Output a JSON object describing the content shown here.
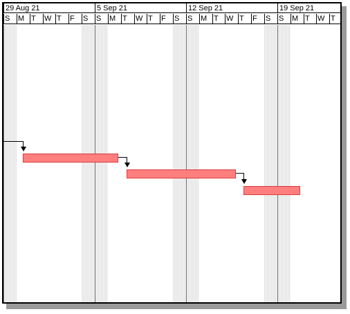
{
  "timescale": {
    "weeks": [
      "29 Aug 21",
      "5 Sep 21",
      "12 Sep 21",
      "19 Sep 21"
    ],
    "day_letters": [
      "S",
      "M",
      "T",
      "W",
      "T",
      "F",
      "S"
    ],
    "visible_tail": [
      "S",
      "M",
      "T",
      "W",
      "T"
    ]
  },
  "colors": {
    "task_bar": "#ff7f7f",
    "task_border": "#dd3a3a",
    "link": "#000000",
    "frame": "#000000",
    "weekend_shading": "#d6d6d6"
  }
}
